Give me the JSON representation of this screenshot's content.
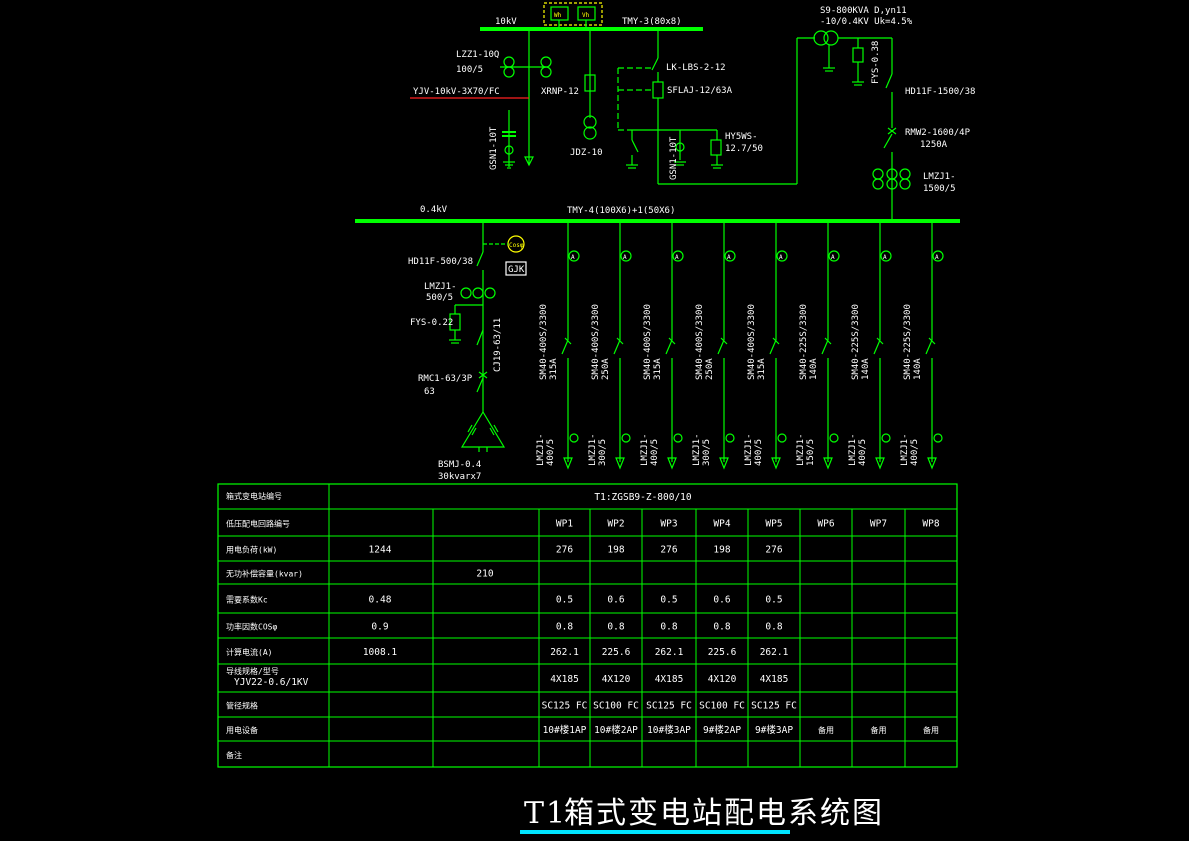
{
  "colors": {
    "line": "#00ff00",
    "bg": "#000000",
    "text": "#ffffff",
    "red": "#ff2020",
    "yellow": "#ffff00",
    "cyan": "#00e5ff"
  },
  "hv": {
    "bus_voltage": "10kV",
    "bus_type": "TMY-3(80x8)",
    "meter_left": "Wh",
    "meter_right": "Vh",
    "ct": "LZZ1-10Q",
    "ct_ratio": "100/5",
    "cable": "YJV-10kV-3X70/FC",
    "fuse": "XRNP-12",
    "pt": "JDZ-10",
    "earth_switch_left": "GSN1-10T",
    "lbs": "LK-LBS-2-12",
    "fuse2": "SFLAJ-12/63A",
    "earth_switch_right": "GSN1-10T",
    "arrester": "HY5WS-",
    "arrester_rating": "12.7/50",
    "transformer": "S9-800KVA D,yn11",
    "transformer_ratio": "-10/0.4KV Uk=4.5%",
    "fys_right": "FYS-0.38",
    "switch_main": "HD11F-1500/38",
    "breaker_main": "RMW2-1600/4P",
    "breaker_main_rating": "1250A",
    "ct_main": "LMZJ1-",
    "ct_main_ratio": "1500/5"
  },
  "lv": {
    "bus_voltage": "0.4kV",
    "bus_type": "TMY-4(100X6)+1(50X6)",
    "cos_label": "Cosφ",
    "gjk_label": "GJK",
    "cap_switch": "HD11F-500/38",
    "cap_ct": "LMZJ1-",
    "cap_ct_ratio": "500/5",
    "cap_fys": "FYS-0.22",
    "cap_contactor": "CJ19-63/11",
    "cap_breaker": "RMC1-63/3P",
    "cap_breaker_rating": "63",
    "capacitor": "BSMJ-0.4",
    "capacitor_rating": "30kvarx7",
    "ammeter_icon": "A",
    "feeders": [
      {
        "breaker": "SM40-400S/3300",
        "rating": "315A",
        "ct": "LMZJ1-",
        "ct_ratio": "400/5"
      },
      {
        "breaker": "SM40-400S/3300",
        "rating": "250A",
        "ct": "LMZJ1-",
        "ct_ratio": "300/5"
      },
      {
        "breaker": "SM40-400S/3300",
        "rating": "315A",
        "ct": "LMZJ1-",
        "ct_ratio": "400/5"
      },
      {
        "breaker": "SM40-400S/3300",
        "rating": "250A",
        "ct": "LMZJ1-",
        "ct_ratio": "300/5"
      },
      {
        "breaker": "SM40-400S/3300",
        "rating": "315A",
        "ct": "LMZJ1-",
        "ct_ratio": "400/5"
      },
      {
        "breaker": "SM40-225S/3300",
        "rating": "140A",
        "ct": "LMZJ1-",
        "ct_ratio": "150/5"
      },
      {
        "breaker": "SM40-225S/3300",
        "rating": "140A",
        "ct": "LMZJ1-",
        "ct_ratio": "400/5"
      },
      {
        "breaker": "SM40-225S/3300",
        "rating": "140A",
        "ct": "LMZJ1-",
        "ct_ratio": "400/5"
      }
    ]
  },
  "table": {
    "header_label": "箱式变电站编号",
    "header_value": "T1:ZGSB9-Z-800/10",
    "rows": [
      {
        "label": "低压配电回路编号",
        "c1": "",
        "c2": "",
        "wp": [
          "WP1",
          "WP2",
          "WP3",
          "WP4",
          "WP5",
          "WP6",
          "WP7",
          "WP8"
        ]
      },
      {
        "label": "用电负荷(kW)",
        "c1": "1244",
        "c2": "",
        "wp": [
          "276",
          "198",
          "276",
          "198",
          "276",
          "",
          "",
          ""
        ]
      },
      {
        "label": "无功补偿容量(kvar)",
        "c1": "",
        "c2": "210",
        "wp": [
          "",
          "",
          "",
          "",
          "",
          "",
          "",
          ""
        ]
      },
      {
        "label": "需要系数Kc",
        "c1": "0.48",
        "c2": "",
        "wp": [
          "0.5",
          "0.6",
          "0.5",
          "0.6",
          "0.5",
          "",
          "",
          ""
        ]
      },
      {
        "label": "功率因数COSφ",
        "c1": "0.9",
        "c2": "",
        "wp": [
          "0.8",
          "0.8",
          "0.8",
          "0.8",
          "0.8",
          "",
          "",
          ""
        ]
      },
      {
        "label": "计算电流(A)",
        "c1": "1008.1",
        "c2": "",
        "wp": [
          "262.1",
          "225.6",
          "262.1",
          "225.6",
          "262.1",
          "",
          "",
          ""
        ]
      },
      {
        "label": "导线规格/型号",
        "label2": "YJV22-0.6/1KV",
        "c1": "",
        "c2": "",
        "wp": [
          "4X185",
          "4X120",
          "4X185",
          "4X120",
          "4X185",
          "",
          "",
          ""
        ]
      },
      {
        "label": "管径规格",
        "c1": "",
        "c2": "",
        "wp": [
          "SC125 FC",
          "SC100 FC",
          "SC125 FC",
          "SC100 FC",
          "SC125 FC",
          "",
          "",
          ""
        ]
      },
      {
        "label": "用电设备",
        "c1": "",
        "c2": "",
        "wp": [
          "10#楼1AP",
          "10#楼2AP",
          "10#楼3AP",
          "9#楼2AP",
          "9#楼3AP",
          "备用",
          "备用",
          "备用"
        ]
      },
      {
        "label": "备注",
        "c1": "",
        "c2": "",
        "wp": [
          "",
          "",
          "",
          "",
          "",
          "",
          "",
          ""
        ]
      }
    ]
  },
  "title": {
    "prefix": "T1",
    "text": "箱式变电站配电系统图"
  }
}
